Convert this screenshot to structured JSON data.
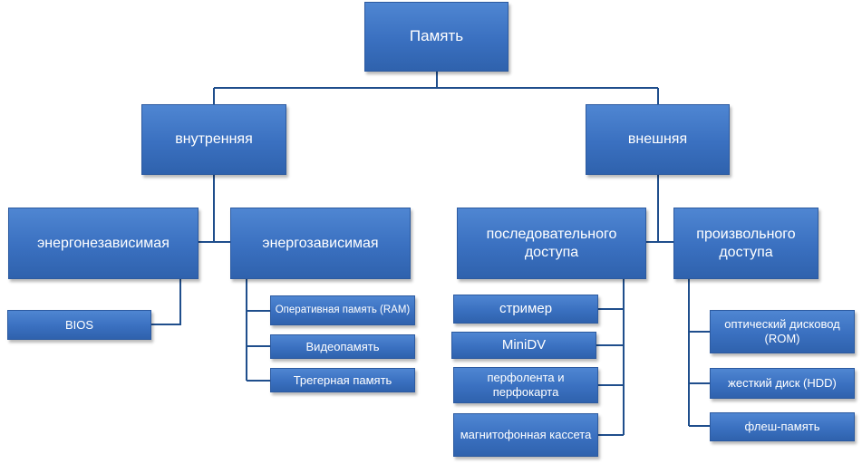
{
  "nodes": {
    "root": "Память",
    "internal": "внутренняя",
    "external": "внешняя",
    "nonvolatile": "энергонезависимая",
    "volatile": "энергозависимая",
    "bios": "BIOS",
    "ram": "Оперативная память (RAM)",
    "video": "Видеопамять",
    "trigger": "Трегерная память",
    "sequential": "последовательного доступа",
    "random": "произвольного доступа",
    "streamer": "стример",
    "minidv": "MiniDV",
    "punch": "перфолента и перфокарта",
    "cassette": "магнитофонная кассета",
    "optical": "оптический дисковод (ROM)",
    "hdd": "жесткий диск (HDD)",
    "flash": "флеш-память"
  },
  "colors": {
    "node_fill": "#3a70c0",
    "node_border": "#2c5aa0",
    "connector": "#1f4e8c",
    "text": "#ffffff"
  }
}
